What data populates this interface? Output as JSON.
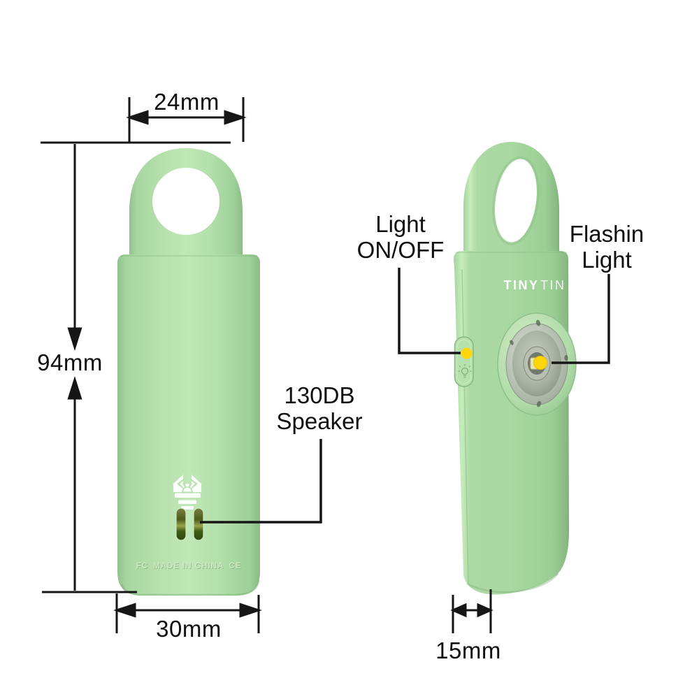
{
  "title": "Personal alarm dimension diagram",
  "colors": {
    "background": "#ffffff",
    "body_green": "#aedba6",
    "body_green_light": "#c9ecbe",
    "body_green_dark": "#8abc85",
    "accent_yellow": "#ffd60a",
    "slot_dark": "#44541a",
    "metal_gray": "#b9c0b4",
    "line_black": "#161616"
  },
  "dimensions": {
    "ring_width": "24mm",
    "body_height": "94mm",
    "body_width": "30mm",
    "body_depth": "15mm"
  },
  "callouts": {
    "light_button": {
      "line1": "Light",
      "line2": "ON/OFF"
    },
    "flashing_light": {
      "line1": "Flashin",
      "line2": "Light"
    },
    "speaker": {
      "line1": "130DB",
      "line2": "Speaker"
    }
  },
  "device": {
    "brand_bold": "TINY",
    "brand_light": "TIN",
    "markings": {
      "fcc": "FC",
      "origin": "MADE IN CHINA",
      "ce": "CE"
    }
  }
}
